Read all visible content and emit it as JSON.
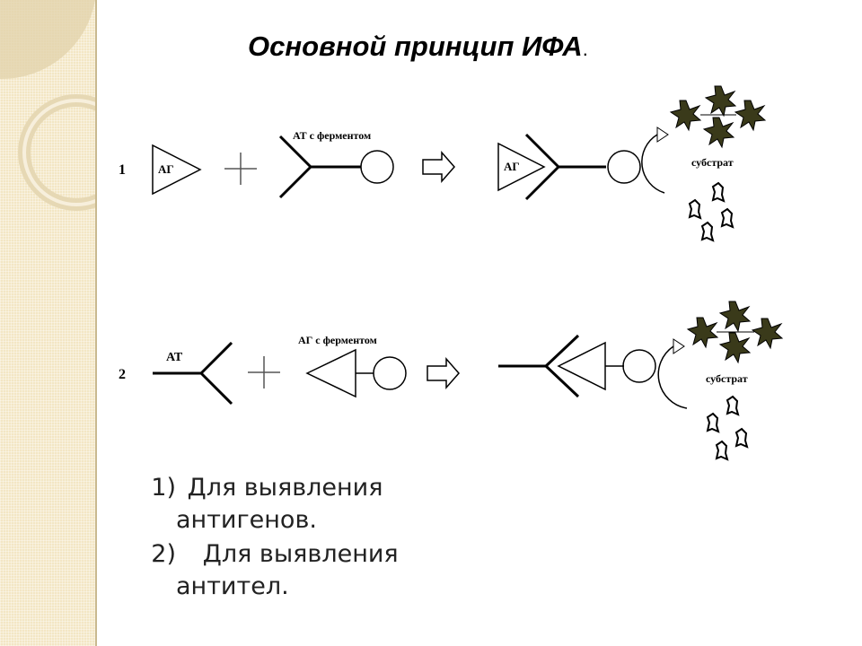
{
  "slide": {
    "title": "Основной принцип ИФА",
    "title_suffix": "."
  },
  "diagram": {
    "row1": {
      "number": "1",
      "antigen_label": "АГ",
      "conjugate_label": "АТ с ферментом",
      "result_antigen_label": "АГ",
      "substrate_label": "субстрат"
    },
    "row2": {
      "number": "2",
      "antibody_label": "АТ",
      "conjugate_label": "АГ с ферментом",
      "substrate_label": "субстрат"
    }
  },
  "list": [
    {
      "number": "1)",
      "line1": "Для выявления",
      "line2": "антигенов."
    },
    {
      "number": "2)",
      "line1": "  Для выявления",
      "line2": "антител."
    }
  ]
}
